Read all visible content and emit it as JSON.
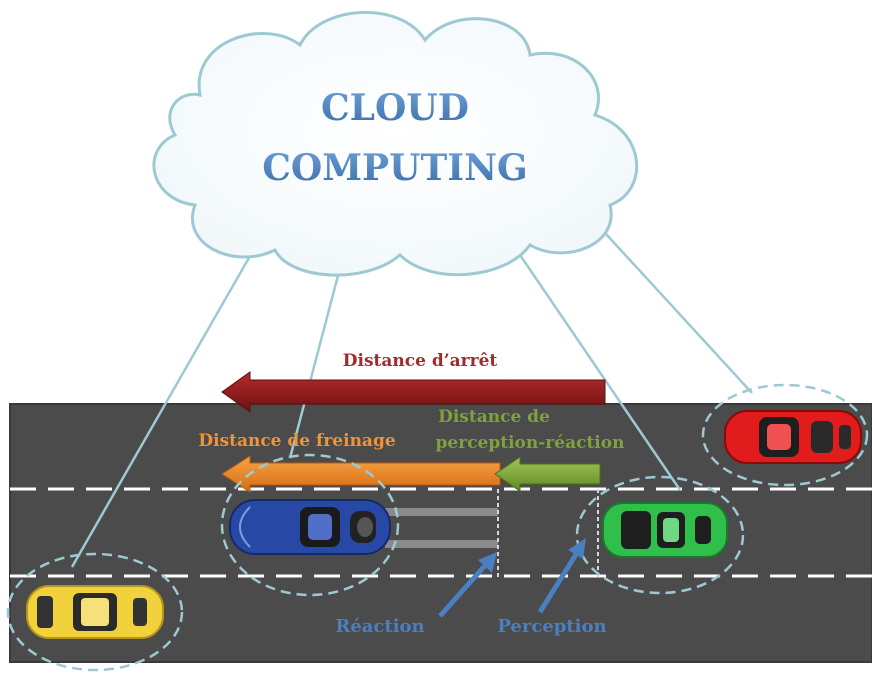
{
  "cloud": {
    "line1": "CLOUD",
    "line2": "COMPUTING",
    "text_color": "#4f81bd",
    "outline_color": "#9dc9d3"
  },
  "labels": {
    "stopping_distance": "Distance d’arrêt",
    "braking_distance": "Distance de freinage",
    "perception_reaction_line1": "Distance de",
    "perception_reaction_line2": "perception-réaction",
    "reaction": "Réaction",
    "perception": "Perception"
  },
  "colors": {
    "road": "#4a4a4a",
    "stopping_arrow": "#8b1a1a",
    "stopping_text": "#a52a2a",
    "braking_arrow": "#e8801f",
    "braking_text": "#f39237",
    "perception_arrow": "#7aa33a",
    "perception_text": "#7fa23d",
    "pointer_text": "#4a7fc1",
    "car_yellow": "#f2d23c",
    "car_blue": "#2748a5",
    "car_green": "#2fbf4a",
    "car_red": "#e01c1c"
  },
  "cars": [
    {
      "name": "yellow-car",
      "color": "yellow"
    },
    {
      "name": "blue-car",
      "color": "blue"
    },
    {
      "name": "green-car",
      "color": "green"
    },
    {
      "name": "red-car",
      "color": "red"
    }
  ]
}
